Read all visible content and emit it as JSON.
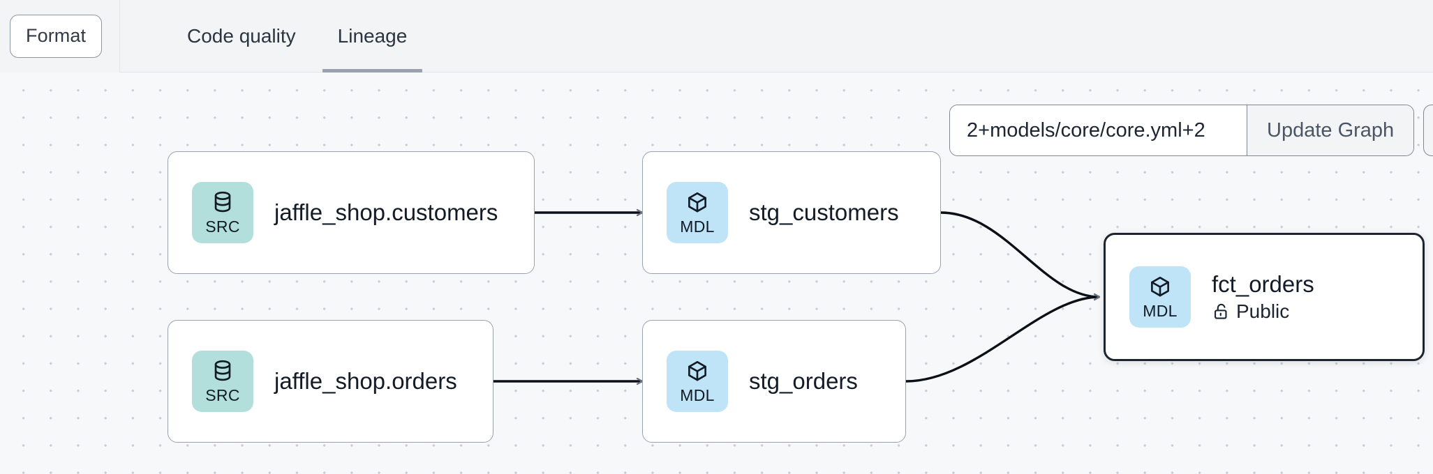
{
  "toolbar": {
    "format_label": "Format",
    "tabs": [
      {
        "label": "Code quality",
        "active": false
      },
      {
        "label": "Lineage",
        "active": true
      }
    ]
  },
  "controls": {
    "lineage_selector_value": "2+models/core/core.yml+2",
    "lineage_selector_placeholder": "2+models/core/core.yml+2",
    "update_graph_label": "Update Graph"
  },
  "graph": {
    "nodes": [
      {
        "id": "jaffle_shop_customers",
        "title": "jaffle_shop.customers",
        "badge": "SRC",
        "badge_kind": "src",
        "icon": "database-icon",
        "selected": false,
        "meta": null
      },
      {
        "id": "stg_customers",
        "title": "stg_customers",
        "badge": "MDL",
        "badge_kind": "mdl",
        "icon": "cube-icon",
        "selected": false,
        "meta": null
      },
      {
        "id": "jaffle_shop_orders",
        "title": "jaffle_shop.orders",
        "badge": "SRC",
        "badge_kind": "src",
        "icon": "database-icon",
        "selected": false,
        "meta": null
      },
      {
        "id": "stg_orders",
        "title": "stg_orders",
        "badge": "MDL",
        "badge_kind": "mdl",
        "icon": "cube-icon",
        "selected": false,
        "meta": null
      },
      {
        "id": "fct_orders",
        "title": "fct_orders",
        "badge": "MDL",
        "badge_kind": "mdl",
        "icon": "cube-icon",
        "selected": true,
        "meta": {
          "label": "Public",
          "icon": "unlock-icon"
        }
      }
    ],
    "edges": [
      {
        "from": "jaffle_shop_customers",
        "to": "stg_customers"
      },
      {
        "from": "jaffle_shop_orders",
        "to": "stg_orders"
      },
      {
        "from": "stg_customers",
        "to": "fct_orders"
      },
      {
        "from": "stg_orders",
        "to": "fct_orders"
      }
    ]
  },
  "colors": {
    "src_badge": "#b2dfdb",
    "mdl_badge": "#bfe3f7",
    "canvas_bg": "#f7f8fa",
    "toolbar_bg": "#f3f4f6",
    "active_tab_underline": "#9aa2b1",
    "selected_node_border": "#1c2430",
    "edge_stroke": "#0b1016"
  }
}
